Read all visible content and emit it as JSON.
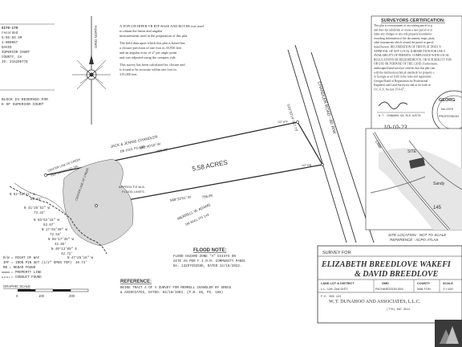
{
  "notes_block": {
    "line1": "A TOPCON HIPER VR RTF BASE AND ROVER was used",
    "line2": "to obtain the linear and angular",
    "line3": "measurements used in the preparation of this plat.",
    "line4": "The field data upon which this plat is based has",
    "line5": "a closure precision of one foot in 33,930 feet",
    "line6": "and an angular error of 2\" per angle point",
    "line7": "and was adjusted using the compass rule.",
    "line8": "This survey has been calculated for closure and",
    "line9": "is found to be accurate within one foot in",
    "line10": "315,000 feet."
  },
  "grid_north_label": "GRID NORTH",
  "left_fragments": {
    "f1": "G170-170",
    "f2": "recorded",
    "f3": "5:05:59 AM",
    "f4": "1-000067",
    "f5": "DAVID",
    "f6": "SUPERIOR COURT",
    "f7": "COUNTY, GA",
    "f8": "ID: 316205778",
    "f9": "BLOCK IS RESERVED FOR",
    "f10": "K OF SUPERIOR COURT"
  },
  "surveyor_cert": {
    "heading": "SURVEYORS CERTIFICATION:",
    "lines": [
      "This plat is a retracement of an existing parcel or p",
      "and does not subdivide or create a new parcel or m",
      "make any changes to any real property boundaries.",
      "recording information of the documents, maps, plats,",
      "other instruments which created the parcel or parcel",
      "stated hereon. RECORDATION OF THIS PLAT DOES N",
      "APPROVAL OF ANY LOCAL JURISDICTION FOR USE A",
      "AVAILABILITY OF PERMITS, COMPLIANCE WITH LOCAL",
      "REGULATIONS OR REQUIREMENTS, OR SUITABILITY FOR",
      "OR USE OR PURPOSE OF THE LAND. Furthermore,",
      "undersigned land surveyor certifies that this plat com",
      "with the minimum technical standards for property s",
      "in Georgia as set forth in the rules and regulations",
      "Georgia Board of Registration for Professional",
      "Engineers and Land Surveyors and as set forth in",
      "O.C.G.A. Section 15-6-67."
    ],
    "signer": "W.T. DUNAHOO GA RLS #2570",
    "date": "10-10-23",
    "seal_text": "GEORG",
    "seal_num": "No.2570",
    "seal_prof": "PROFESSION",
    "seal_bottom": "DUNAH"
  },
  "road": {
    "label": "CHANDLER ROAD - 80' R/W",
    "bearing": "S19°33'14\" 957.73'"
  },
  "parcel": {
    "owner_north": "JACK & JENNIE CHANDLER",
    "owner_north_ref": "DB 1010, PG 100",
    "bearing_north": "N62°40'16\" W",
    "dist_north": "929.00'",
    "area": "5.58 ACRES",
    "bearing_south": "S68°22'51\" W",
    "dist_south": "756.05'",
    "owner_south": "MERRELL W. ADAMS",
    "owner_south_ref": "DB 5041, PG 143",
    "pin": "1/2\" IPF",
    "rebar": "1/2\" RB",
    "flood_approx": "APPROX F.E.M.A.",
    "flood_limits": "FLOOD LIMITS",
    "creek_label": "CENTER LINE OF CREEK",
    "creek_label2": "PER DB 1010 PG 106",
    "nb1": "N 52°42'11\" W",
    "nb1d": "88.61'",
    "nb2": "N 41°25'52\" W",
    "nb2d": "73.42'",
    "nb3": "N 58°52'16\" W",
    "nb3d": "53.67'",
    "nb4": "N 17°04'40\" W",
    "nb4d": "72.54'",
    "nb5": "N 86°17'35\" W",
    "nb5d": "42.85'",
    "nb6": "N 40°13'09\" E",
    "nb6d": "42.72'",
    "nb7": "N 47°25'16\" W",
    "nb7d": "40.74'"
  },
  "legend": {
    "row1": "R/W = RIGHT OF WAY",
    "row2": "IPF = IRON PIN SET (1/2\" OPEN TOP)",
    "row3": "RB = REBAR FOUND",
    "row4": "= PROPERTY LINE",
    "row5": "= CONDUIT FOUND",
    "scale_label": "GRAPHIC SCALE",
    "scale_0": "0",
    "scale_100": "100",
    "scale_200": "200"
  },
  "flood_note": {
    "heading": "FLOOD NOTE:",
    "line1": "FLOOD HAZARD ZONE \"A\" EXISTS ON",
    "line2": "SITE AS PER F.I.R.M. COMMUNITY PANEL",
    "line3": "No. 13297C0255E, DATED 12/15/2022."
  },
  "reference": {
    "heading": "REFERENCE:",
    "line1": "BEING TRACT 4 OF A SURVEY FOR MERRELL CHANDLER BY GREGG",
    "line2": "& ASSOCIATES, DATED: 02/10/1993. (P.B. 66, PG. 168)"
  },
  "site_map": {
    "label_site": "SITE",
    "label_sandy": "Sandy",
    "label_little": "Little",
    "label_num": "145",
    "caption1": "SITE LOCATION - NOT TO SCALE",
    "caption2": "REFERENCE : ACPO ATLAS"
  },
  "title_block": {
    "survey_for": "SURVEY FOR",
    "name1": "ELIZABETH BREEDLOVE WAKEFI",
    "name2": "& DAVID BREEDLOVE",
    "col1": "LAND LOT & DISTRICT",
    "col2": "GMD",
    "col3": "COUNTY",
    "col4": "SCALE",
    "val1": "L.L. 128, 2nd DIST.",
    "val2": "RICHARDSON 554",
    "val3": "WALTON",
    "val4": "1\"=100'",
    "firm": "W. T. DUNAHOO AND ASSOCIATES, L.L.C.",
    "small_left": "P.O. BOX 123",
    "small_right": "(770) 867-3511"
  }
}
